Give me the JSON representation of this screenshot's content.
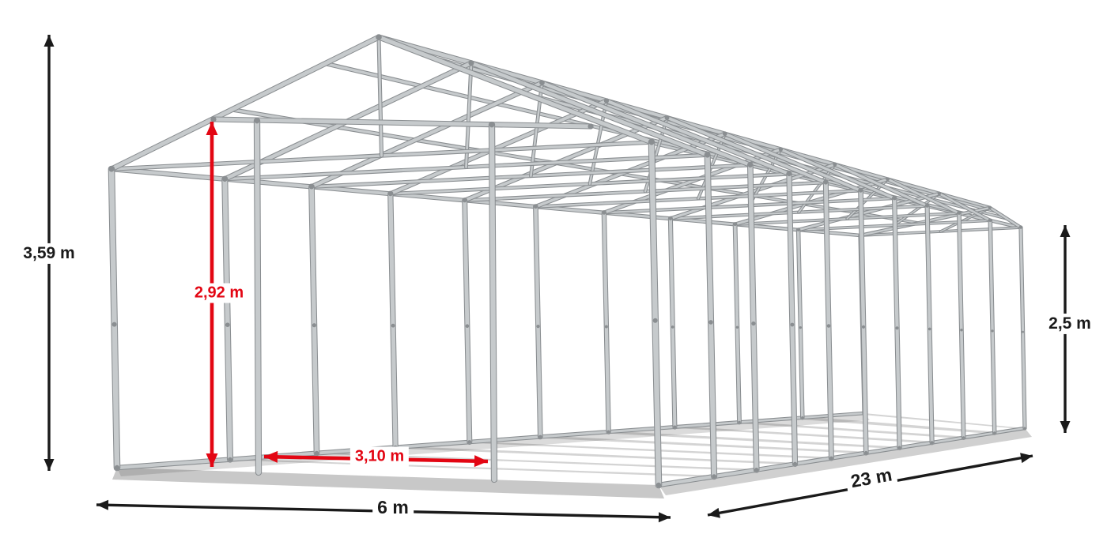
{
  "diagram": {
    "type": "tent-frame-dimension-diagram",
    "subject": "galvanized steel tent / marquee frame skeleton, perspective view",
    "labels": {
      "total_height": "3,59 m",
      "inner_height": "2,92 m",
      "inner_width": "3,10 m",
      "width": "6 m",
      "length": "23 m",
      "side_height": "2,5 m"
    },
    "colors": {
      "dimension_primary": "#1a1a1a",
      "dimension_accent": "#e30613",
      "frame_light": "#c6cacc",
      "frame_dark": "#8a8e91",
      "shadow": "#4a4a4a",
      "background": "#ffffff"
    }
  }
}
